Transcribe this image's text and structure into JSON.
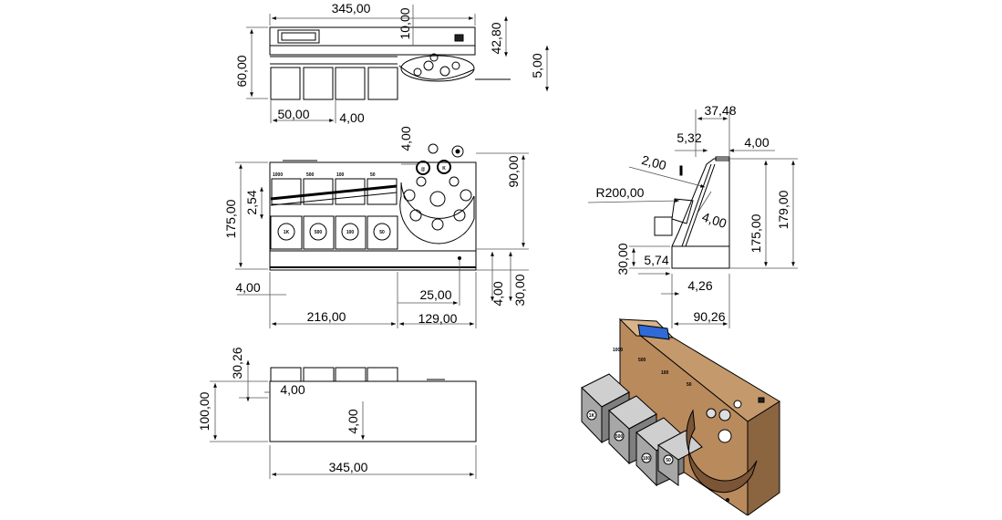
{
  "colors": {
    "line": "#000000",
    "dim_line": "#555555",
    "wood": "#b98a5c",
    "wood_dark": "#8b6440",
    "bin_face": "#a7a7a7",
    "bin_side": "#7f7f7f",
    "lcd": "#2f6ad6"
  },
  "top_view": {
    "dimensions": {
      "overall_width": "345,00",
      "depth": "60,00",
      "panel_height": "10,00",
      "rear_height": "42,80",
      "step": "5,00",
      "bin_width": "50,00",
      "bin_gap": "4,00"
    }
  },
  "front_view": {
    "slot_labels": [
      "1000",
      "500",
      "100",
      "50"
    ],
    "coin_labels": [
      "1K",
      "500",
      "100",
      "50"
    ],
    "button_labels": [
      "@",
      "K"
    ],
    "dimensions": {
      "height": "175,00",
      "slot_gap": "2,54",
      "wheel_height": "90,00",
      "button_offset": "4,00",
      "left_margin": "4,00",
      "bins_width": "216,00",
      "wheel_width": "129,00",
      "led_offset": "25,00",
      "led_height": "4,00",
      "base_height": "30,00"
    }
  },
  "side_view": {
    "dimensions": {
      "top_depth": "37,48",
      "lip": "5,32",
      "top_ledge": "4,00",
      "wall": "2,00",
      "radius": "R200,00",
      "slant_thickness": "4,00",
      "base_height": "30,00",
      "tray_offset": "5,74",
      "front_offset": "4,26",
      "depth": "90,26",
      "inner_height": "175,00",
      "total_height": "179,00"
    }
  },
  "bottom_view": {
    "dimensions": {
      "bin_depth": "30,26",
      "body_height": "100,00",
      "wall": "4,00",
      "foot": "4,00",
      "overall_width": "345,00"
    }
  },
  "iso_view": {
    "slot_labels": [
      "1000",
      "500",
      "100",
      "50"
    ],
    "coin_labels": [
      "1K",
      "500",
      "100",
      "50"
    ]
  }
}
